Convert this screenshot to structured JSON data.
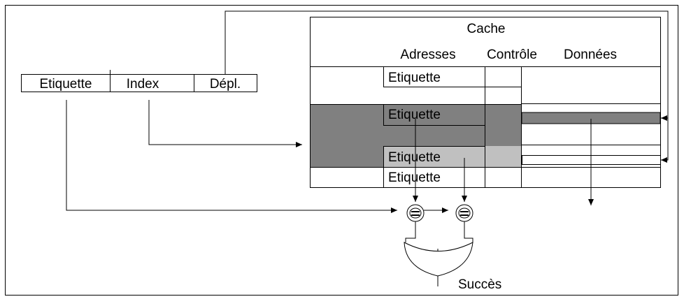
{
  "address": {
    "tag": "Etiquette",
    "index": "Index",
    "offset": "Dépl."
  },
  "cache": {
    "title": "Cache",
    "columns": [
      "Adresses",
      "Contrôle",
      "Données"
    ],
    "rows": [
      {
        "tag": "Etiquette"
      },
      {
        "tag": "Etiquette"
      },
      {
        "tag": "Etiquette"
      },
      {
        "tag": "Etiquette"
      }
    ]
  },
  "comparators": [
    {
      "symbol": "="
    },
    {
      "symbol": "="
    }
  ],
  "result": {
    "label": "Succès"
  },
  "colors": {
    "selected_set": "#808080",
    "selected_way": "#c0c0c0",
    "line": "#000000"
  }
}
